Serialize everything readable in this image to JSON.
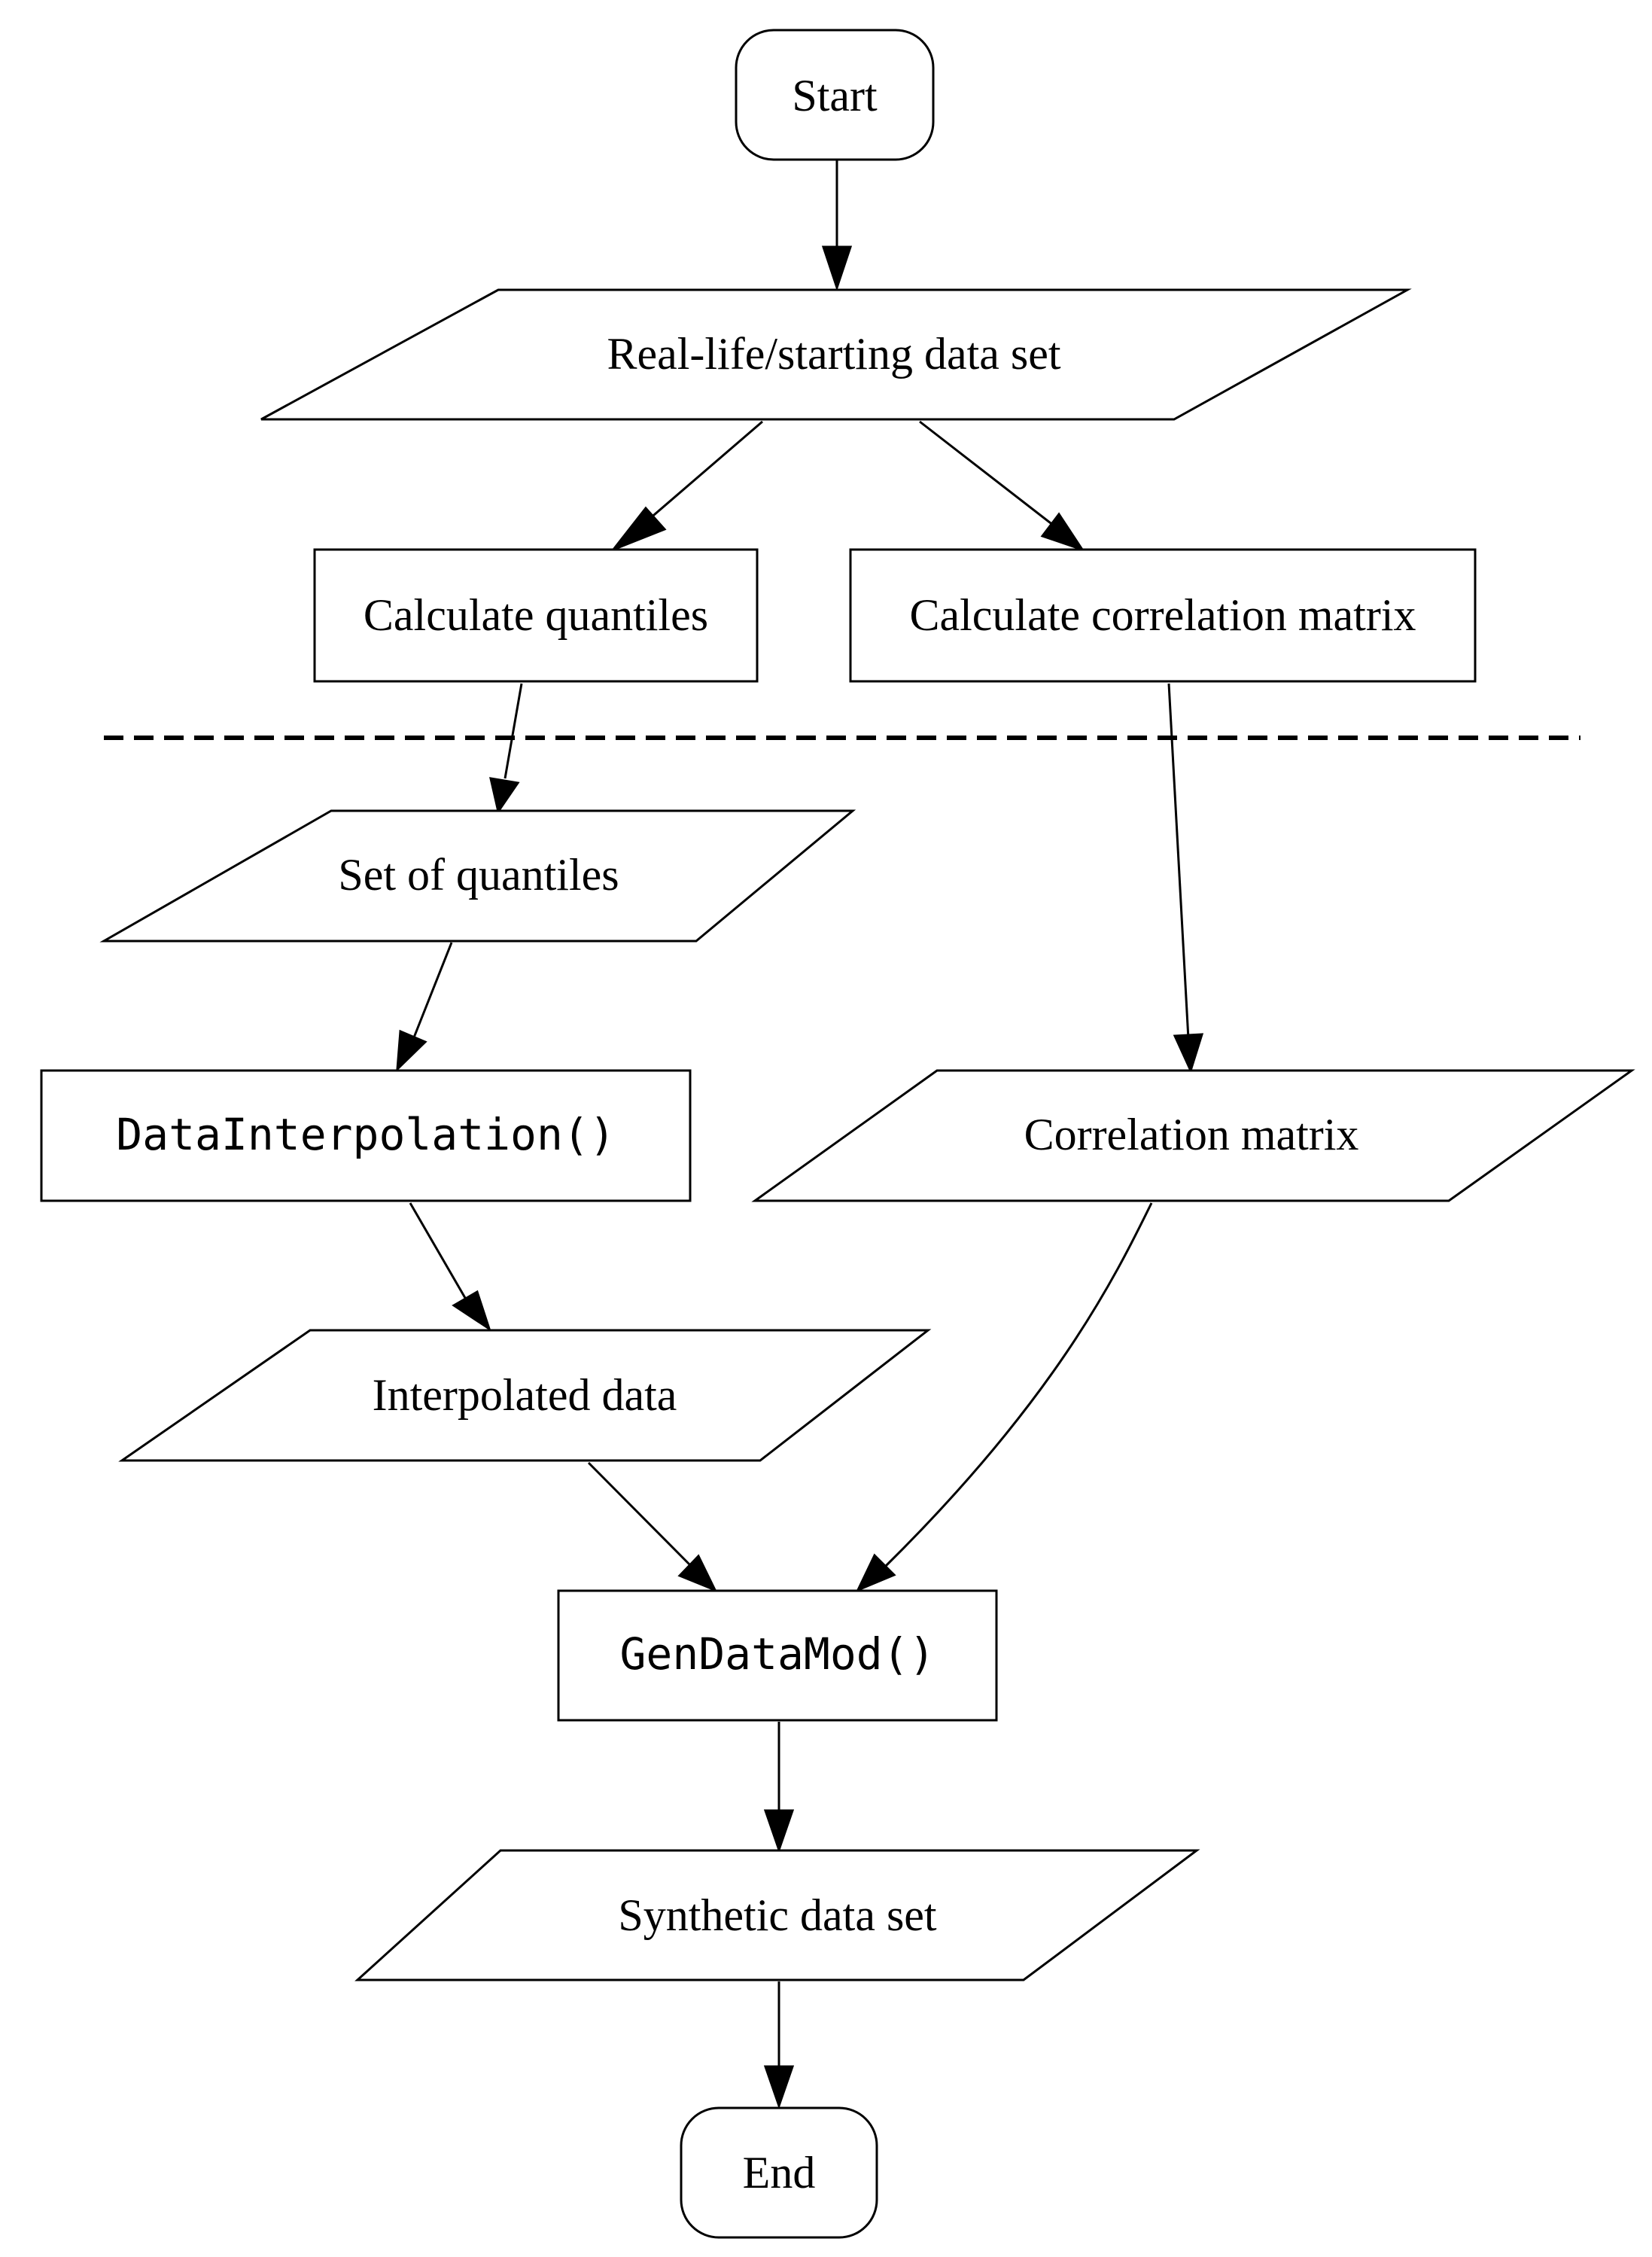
{
  "nodes": {
    "start": {
      "label": "Start",
      "shape": "rounded-rect"
    },
    "real_life_data": {
      "label": "Real-life/starting data set",
      "shape": "parallelogram"
    },
    "calc_quantiles": {
      "label": "Calculate quantiles",
      "shape": "rect"
    },
    "calc_correlation": {
      "label": "Calculate correlation matrix",
      "shape": "rect"
    },
    "set_of_quantiles": {
      "label": "Set of quantiles",
      "shape": "parallelogram"
    },
    "data_interpolation": {
      "label": "DataInterpolation()",
      "shape": "rect"
    },
    "correlation_matrix": {
      "label": "Correlation matrix",
      "shape": "parallelogram"
    },
    "interpolated_data": {
      "label": "Interpolated data",
      "shape": "parallelogram"
    },
    "gen_data_mod": {
      "label": "GenDataMod()",
      "shape": "rect"
    },
    "synthetic_data": {
      "label": "Synthetic data set",
      "shape": "parallelogram"
    },
    "end": {
      "label": "End",
      "shape": "rounded-rect"
    }
  },
  "edges": [
    {
      "from": "start",
      "to": "real_life_data"
    },
    {
      "from": "real_life_data",
      "to": "calc_quantiles"
    },
    {
      "from": "real_life_data",
      "to": "calc_correlation"
    },
    {
      "from": "calc_quantiles",
      "to": "set_of_quantiles"
    },
    {
      "from": "calc_correlation",
      "to": "correlation_matrix"
    },
    {
      "from": "set_of_quantiles",
      "to": "data_interpolation"
    },
    {
      "from": "data_interpolation",
      "to": "interpolated_data"
    },
    {
      "from": "interpolated_data",
      "to": "gen_data_mod"
    },
    {
      "from": "correlation_matrix",
      "to": "gen_data_mod"
    },
    {
      "from": "gen_data_mod",
      "to": "synthetic_data"
    },
    {
      "from": "synthetic_data",
      "to": "end"
    }
  ]
}
